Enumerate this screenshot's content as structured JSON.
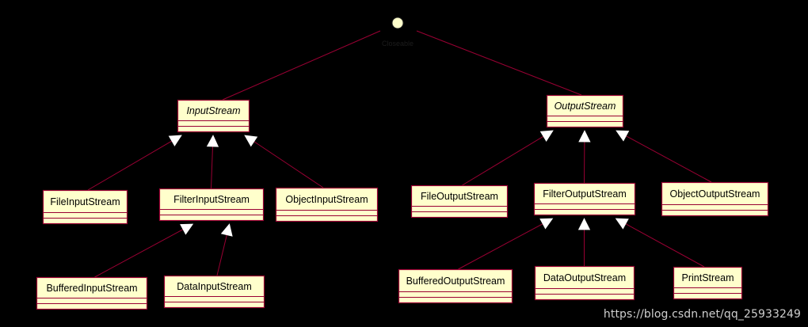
{
  "diagram": {
    "type": "uml-class-diagram",
    "colors": {
      "background": "#000000",
      "box_fill": "#ffffcc",
      "box_border": "#990033",
      "connector": "#990033",
      "arrowhead_fill": "#ffffff",
      "text": "#000000"
    },
    "interface": {
      "label": "Closeable"
    },
    "nodes": [
      {
        "id": "inputstream",
        "label": "InputStream",
        "abstract": true
      },
      {
        "id": "outputstream",
        "label": "OutputStream",
        "abstract": true
      },
      {
        "id": "fileinputstream",
        "label": "FileInputStream",
        "abstract": false
      },
      {
        "id": "filterinputstream",
        "label": "FilterInputStream",
        "abstract": false
      },
      {
        "id": "objectinputstream",
        "label": "ObjectInputStream",
        "abstract": false
      },
      {
        "id": "bufferedinputstream",
        "label": "BufferedInputStream",
        "abstract": false
      },
      {
        "id": "datainputstream",
        "label": "DataInputStream",
        "abstract": false
      },
      {
        "id": "fileoutputstream",
        "label": "FileOutputStream",
        "abstract": false
      },
      {
        "id": "filteroutputstream",
        "label": "FilterOutputStream",
        "abstract": false
      },
      {
        "id": "objectoutputstream",
        "label": "ObjectOutputStream",
        "abstract": false
      },
      {
        "id": "bufferedoutputstream",
        "label": "BufferedOutputStream",
        "abstract": false
      },
      {
        "id": "dataoutputstream",
        "label": "DataOutputStream",
        "abstract": false
      },
      {
        "id": "printstream",
        "label": "PrintStream",
        "abstract": false
      }
    ],
    "edges": [
      {
        "from": "inputstream",
        "to": "closeable",
        "kind": "realization"
      },
      {
        "from": "outputstream",
        "to": "closeable",
        "kind": "realization"
      },
      {
        "from": "fileinputstream",
        "to": "inputstream",
        "kind": "generalization"
      },
      {
        "from": "filterinputstream",
        "to": "inputstream",
        "kind": "generalization"
      },
      {
        "from": "objectinputstream",
        "to": "inputstream",
        "kind": "generalization"
      },
      {
        "from": "bufferedinputstream",
        "to": "filterinputstream",
        "kind": "generalization"
      },
      {
        "from": "datainputstream",
        "to": "filterinputstream",
        "kind": "generalization"
      },
      {
        "from": "fileoutputstream",
        "to": "outputstream",
        "kind": "generalization"
      },
      {
        "from": "filteroutputstream",
        "to": "outputstream",
        "kind": "generalization"
      },
      {
        "from": "objectoutputstream",
        "to": "outputstream",
        "kind": "generalization"
      },
      {
        "from": "bufferedoutputstream",
        "to": "filteroutputstream",
        "kind": "generalization"
      },
      {
        "from": "dataoutputstream",
        "to": "filteroutputstream",
        "kind": "generalization"
      },
      {
        "from": "printstream",
        "to": "filteroutputstream",
        "kind": "generalization"
      }
    ]
  },
  "watermark": "https://blog.csdn.net/qq_25933249"
}
